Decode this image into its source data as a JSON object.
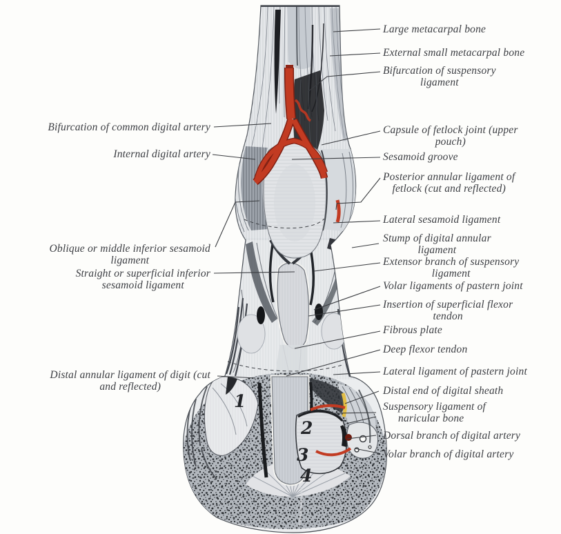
{
  "figure": {
    "description": "anatomical dissection of distal equine limb, posterior view",
    "numbers": [
      "1",
      "2",
      "3",
      "4"
    ],
    "colors": {
      "artery": "#c23b22",
      "artery_dark": "#8e2618",
      "accent_yellow": "#e3be45",
      "ink": "#3a3c40",
      "paper": "#fdfdfb"
    }
  },
  "labels": {
    "right": [
      {
        "lines": [
          "Large metacarpal bone"
        ]
      },
      {
        "lines": [
          "External small metacarpal bone"
        ]
      },
      {
        "lines": [
          "Bifurcation of suspensory",
          "ligament"
        ]
      },
      {
        "lines": [
          "Capsule of fetlock joint (upper",
          "pouch)"
        ]
      },
      {
        "lines": [
          "Sesamoid groove"
        ]
      },
      {
        "lines": [
          "Posterior annular ligament of",
          "fetlock (cut and reflected)"
        ]
      },
      {
        "lines": [
          "Lateral sesamoid ligament"
        ]
      },
      {
        "lines": [
          "Stump of digital annular",
          "ligament"
        ]
      },
      {
        "lines": [
          "Extensor branch of suspensory",
          "ligament"
        ]
      },
      {
        "lines": [
          "Volar ligaments of pastern joint"
        ]
      },
      {
        "lines": [
          "Insertion of superficial flexor",
          "tendon"
        ]
      },
      {
        "lines": [
          "Fibrous plate"
        ]
      },
      {
        "lines": [
          "Deep flexor tendon"
        ]
      },
      {
        "lines": [
          "Lateral ligament of pastern joint"
        ]
      },
      {
        "lines": [
          "Distal end of digital sheath"
        ]
      },
      {
        "lines": [
          "Suspensory ligament of",
          "naricular bone"
        ]
      },
      {
        "lines": [
          "Dorsal branch of digital artery"
        ]
      },
      {
        "lines": [
          "Volar branch of digital artery"
        ]
      }
    ],
    "left": [
      {
        "lines": [
          "Bifurcation of common digital artery"
        ]
      },
      {
        "lines": [
          "Internal digital artery"
        ]
      },
      {
        "lines": [
          "Oblique or middle inferior sesamoid",
          "ligament"
        ]
      },
      {
        "lines": [
          "Straight or superficial inferior",
          "sesamoid ligament"
        ]
      },
      {
        "lines": [
          "Distal annular ligament of digit (cut",
          "and reflected)"
        ]
      }
    ]
  }
}
